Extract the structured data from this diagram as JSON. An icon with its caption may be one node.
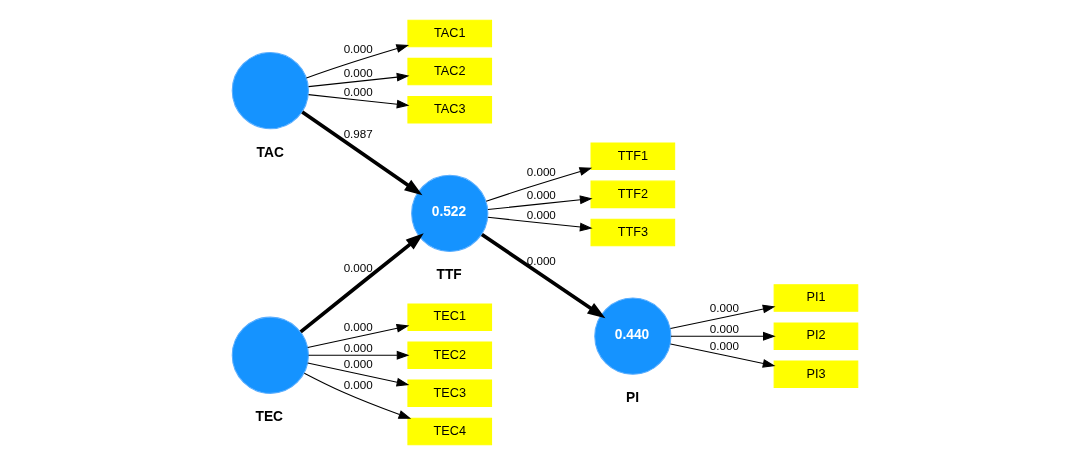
{
  "diagram": {
    "nodes": [
      {
        "text": [
          "TAC"
        ]
      },
      {
        "text": [
          "TAC1"
        ]
      },
      {
        "text": [
          "TAC2"
        ]
      },
      {
        "text": [
          "TAC3"
        ]
      },
      {
        "text": [
          "TEC"
        ]
      },
      {
        "text": [
          "TEC1"
        ]
      },
      {
        "text": [
          "TEC2"
        ]
      },
      {
        "text": [
          "TEC3"
        ]
      },
      {
        "text": [
          "TEC4"
        ]
      },
      {
        "text": [
          "0.522",
          "TTF"
        ]
      },
      {
        "text": [
          "TTF1"
        ]
      },
      {
        "text": [
          "TTF2"
        ]
      },
      {
        "text": [
          "TTF3"
        ]
      },
      {
        "text": [
          "0.440",
          "PI"
        ]
      },
      {
        "text": [
          "PI1"
        ]
      },
      {
        "text": [
          "PI2"
        ]
      },
      {
        "text": [
          "PI3"
        ]
      }
    ],
    "edges": [
      {
        "from": 0,
        "to": 1,
        "arrow": "to",
        "label": "0.000"
      },
      {
        "from": 0,
        "to": 2,
        "arrow": "to",
        "label": "0.000"
      },
      {
        "from": 0,
        "to": 3,
        "arrow": "to",
        "label": "0.000"
      },
      {
        "from": 4,
        "to": 5,
        "arrow": "to",
        "label": "0.000"
      },
      {
        "from": 4,
        "to": 6,
        "arrow": "to",
        "label": "0.000"
      },
      {
        "from": 4,
        "to": 7,
        "arrow": "to",
        "label": "0.000"
      },
      {
        "from": 4,
        "to": 8,
        "arrow": "to",
        "label": "0.000"
      },
      {
        "from": 0,
        "to": 9,
        "arrow": "to",
        "label": "0.987",
        "style": "thick"
      },
      {
        "from": 4,
        "to": 9,
        "arrow": "to",
        "label": "0.000",
        "style": "thick"
      },
      {
        "from": 9,
        "to": 10,
        "arrow": "to",
        "label": "0.000"
      },
      {
        "from": 9,
        "to": 11,
        "arrow": "to",
        "label": "0.000"
      },
      {
        "from": 9,
        "to": 12,
        "arrow": "to",
        "label": "0.000"
      },
      {
        "from": 9,
        "to": 13,
        "arrow": "to",
        "label": "0.000",
        "style": "thick"
      },
      {
        "from": 13,
        "to": 14,
        "arrow": "to",
        "label": "0.000"
      },
      {
        "from": 13,
        "to": 15,
        "arrow": "to",
        "label": "0.000"
      },
      {
        "from": 13,
        "to": 16,
        "arrow": "to",
        "label": "0.000"
      }
    ]
  }
}
